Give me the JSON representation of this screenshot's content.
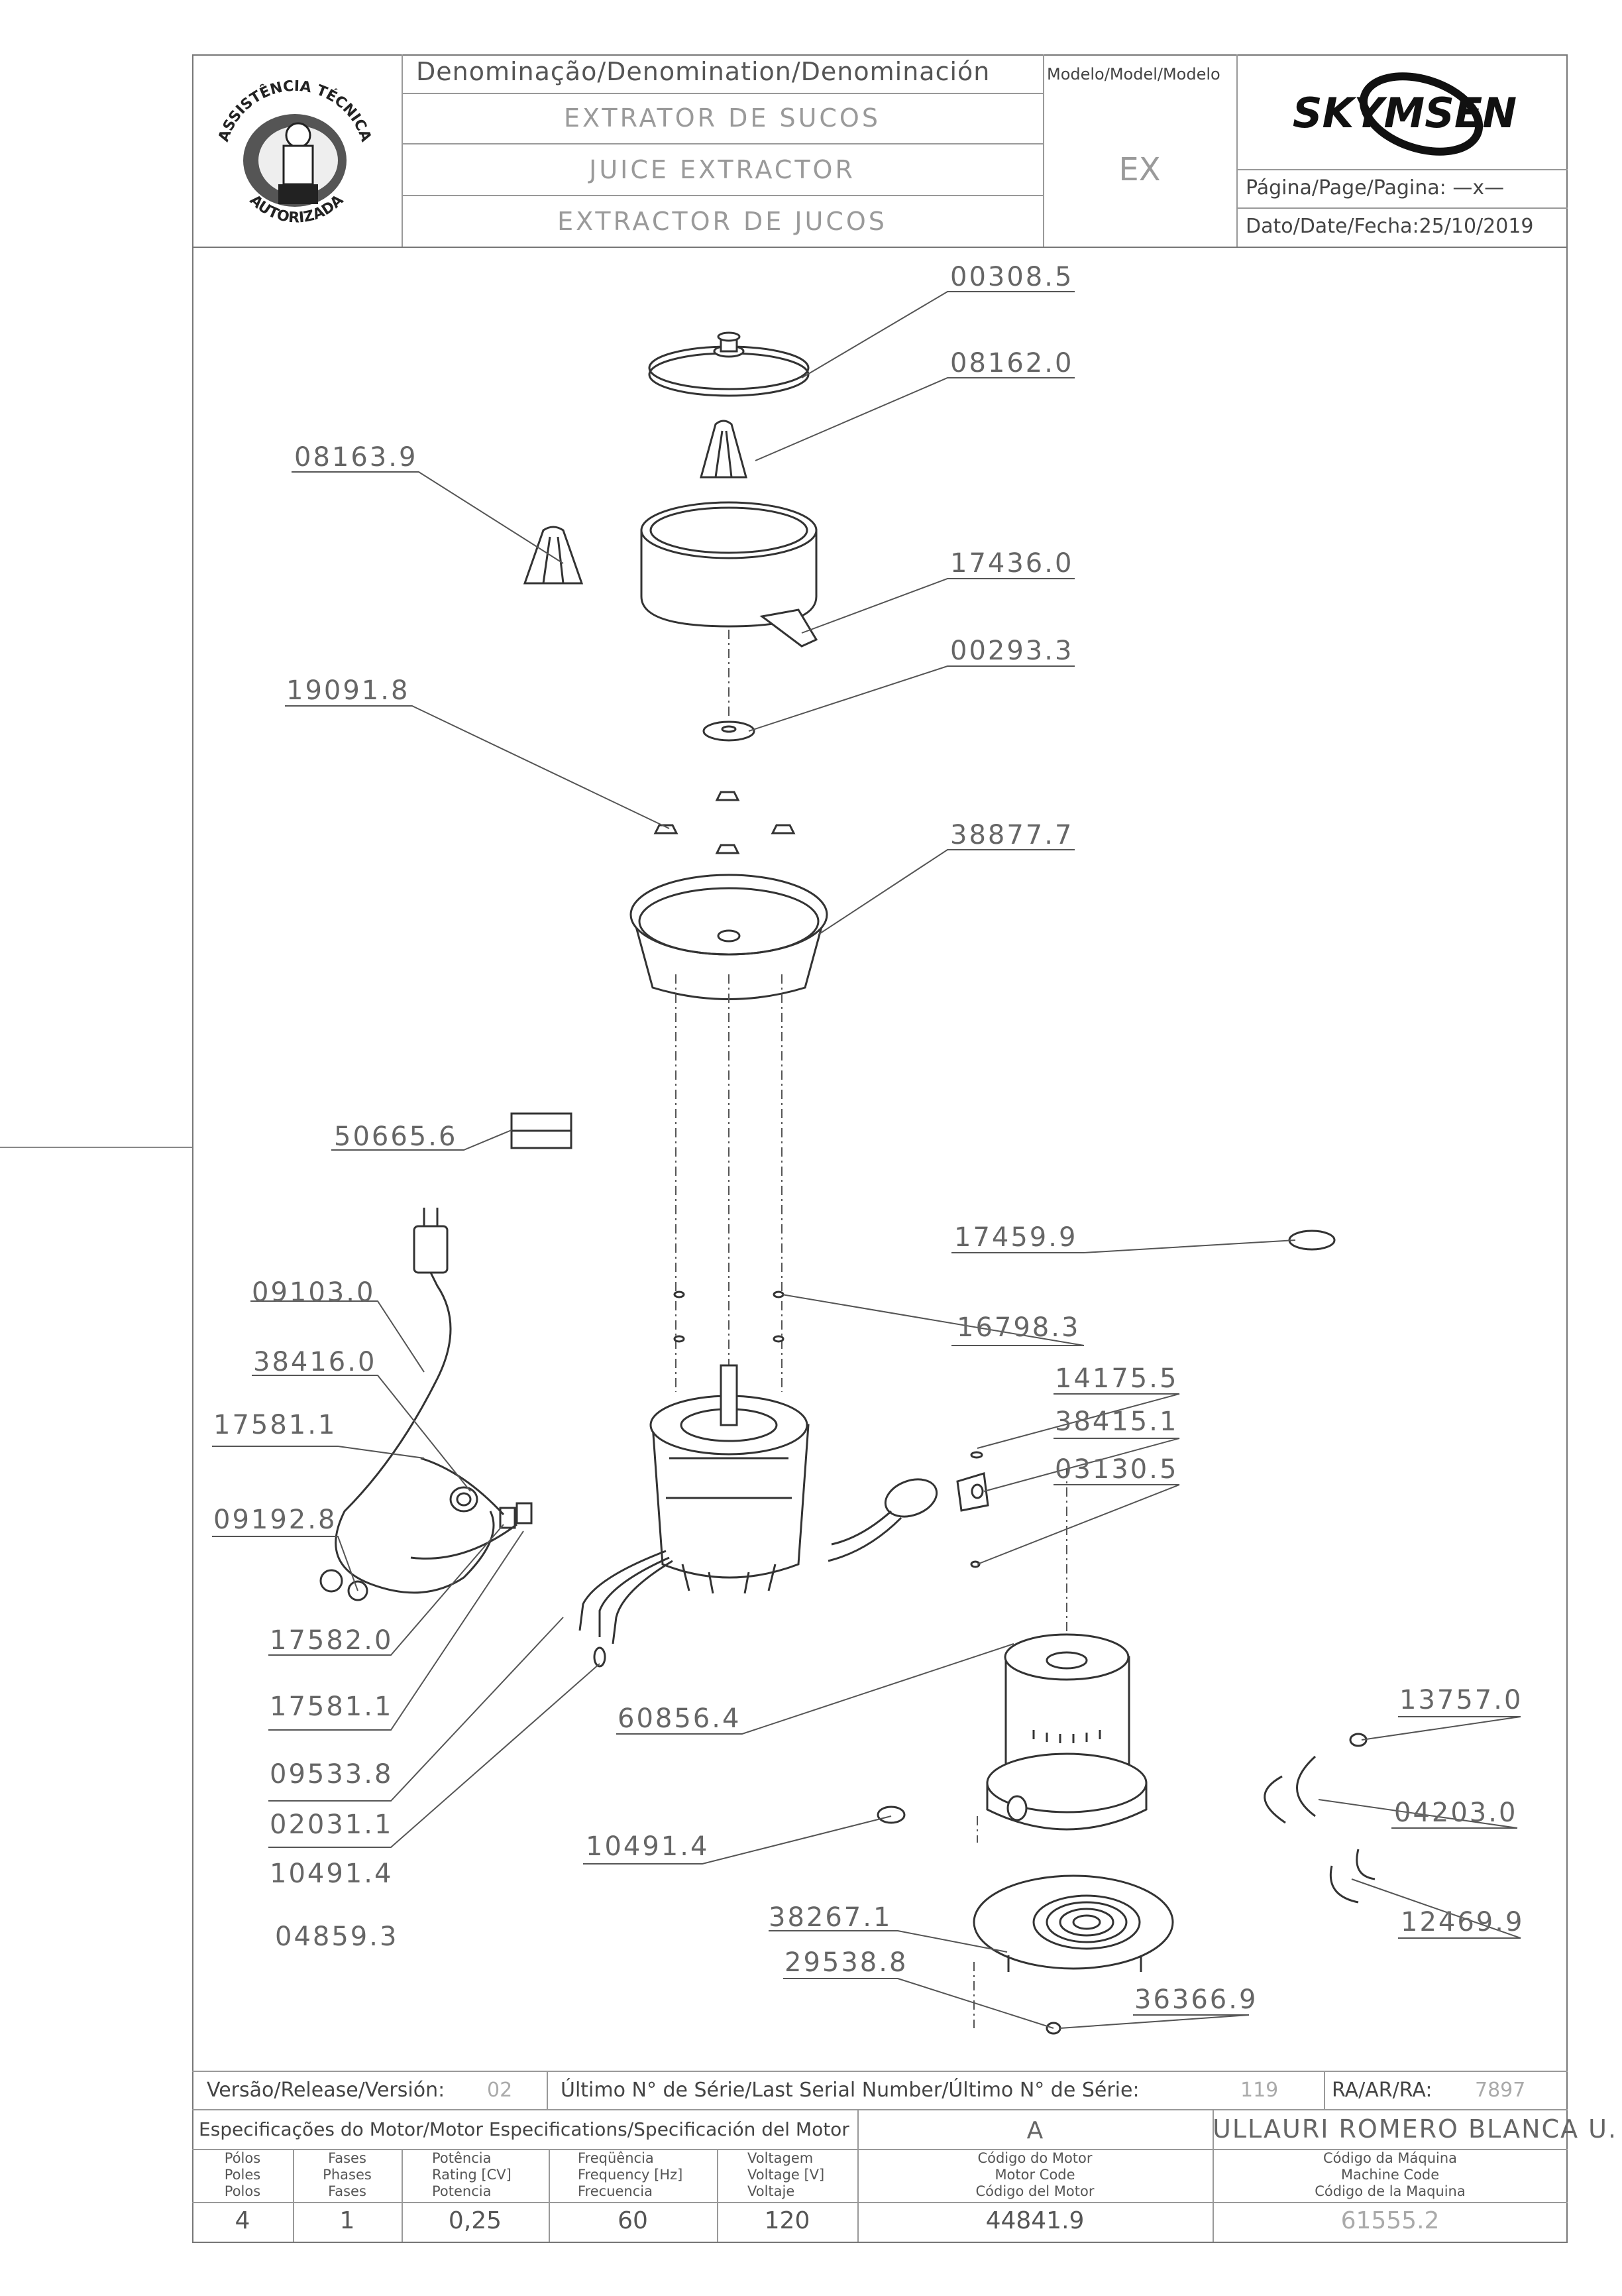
{
  "header": {
    "denomination_label": "Denominação/Denomination/Denominación",
    "name_pt": "EXTRATOR DE SUCOS",
    "name_en": "JUICE EXTRACTOR",
    "name_es": "EXTRACTOR DE JUCOS",
    "model_label": "Modelo/Model/Modelo",
    "model_code": "EX",
    "brand": "SKYMSEN",
    "page_label": "Página/Page/Pagina:",
    "page_value": "—x—",
    "date_label": "Dato/Date/Fecha:",
    "date_value": "25/10/2019",
    "seal_top_text": "ASSISTÊNCIA TÉCNICA",
    "seal_bottom_text": "AUTORIZADA"
  },
  "part_numbers": {
    "p00308": "00308.5",
    "p08162": "08162.0",
    "p08163": "08163.9",
    "p17436": "17436.0",
    "p00293": "00293.3",
    "p19091": "19091.8",
    "p38877": "38877.7",
    "p50665": "50665.6",
    "p17459": "17459.9",
    "p09103": "09103.0",
    "p16798": "16798.3",
    "p38416": "38416.0",
    "p14175": "14175.5",
    "p38415": "38415.1",
    "p17581a": "17581.1",
    "p03130": "03130.5",
    "p09192": "09192.8",
    "p17582": "17582.0",
    "p17581b": "17581.1",
    "p13757": "13757.0",
    "p60856": "60856.4",
    "p09533": "09533.8",
    "p04203": "04203.0",
    "p02031": "02031.1",
    "p10491a": "10491.4",
    "p10491b": "10491.4",
    "p12469": "12469.9",
    "p38267": "38267.1",
    "p04859": "04859.3",
    "p29538": "29538.8",
    "p36366": "36366.9"
  },
  "footer": {
    "release_label": "Versão/Release/Versión:",
    "release_value": "02",
    "serial_label": "Último N° de Série/Last Serial Number/Último N° de Série:",
    "serial_value": "119",
    "ra_label": "RA/AR/RA:",
    "ra_value": "7897",
    "motor_spec_label": "Especificações do Motor/Motor Especifications/Specificación del Motor",
    "motor_rev": "A",
    "owner": "ULLAURI ROMERO BLANCA U.",
    "columns": [
      {
        "head": "Pólos\nPoles\nPolos",
        "value": "4"
      },
      {
        "head": "Fases\nPhases\nFases",
        "value": "1"
      },
      {
        "head": "Potência\nRating [CV]\nPotencia",
        "value": "0,25"
      },
      {
        "head": "Freqüência\nFrequency [Hz]\nFrecuencia",
        "value": "60"
      },
      {
        "head": "Voltagem\nVoltage [V]\nVoltaje",
        "value": "120"
      },
      {
        "head": "Código do Motor\nMotor Code\nCódigo del Motor",
        "value": "44841.9"
      },
      {
        "head": "Código da Máquina\nMachine Code\nCódigo de la Maquina",
        "value": "61555.2"
      }
    ]
  },
  "colors": {
    "frame": "#777777",
    "lines": "#333333",
    "text_light": "#9a9a9a"
  }
}
